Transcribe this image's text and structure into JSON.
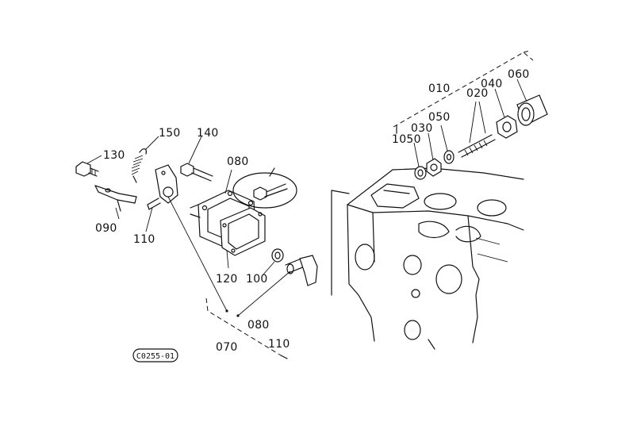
{
  "diagram": {
    "part_labels": {
      "p010": "010",
      "p020": "020",
      "p030": "030",
      "p040": "040",
      "p050": "050",
      "p060": "060",
      "p070": "070",
      "p080a": "080",
      "p080b": "080",
      "p090": "090",
      "p100": "100",
      "p1050": "1050",
      "p110a": "110",
      "p110b": "110",
      "p120": "120",
      "p130": "130",
      "p140": "140",
      "p150": "150"
    },
    "figure_code": "C0255-01"
  }
}
